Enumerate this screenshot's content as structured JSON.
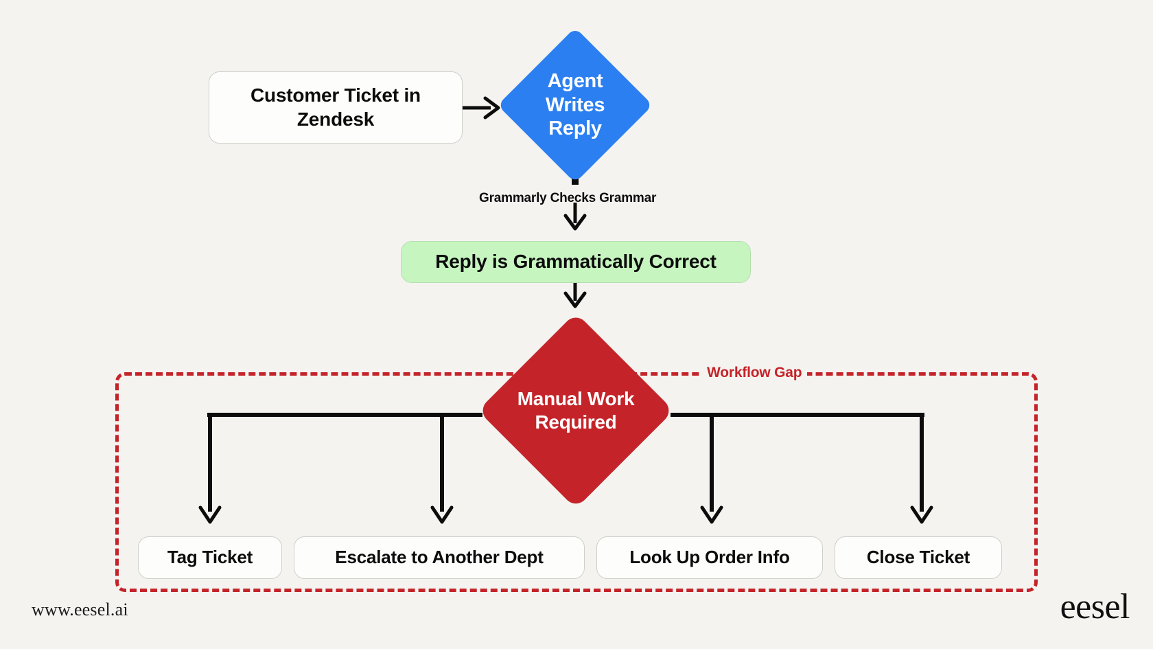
{
  "diagram": {
    "title": "Zendesk grammar-check workflow gap",
    "background_color": "#f4f3f0",
    "colors": {
      "blue": "#2b7ff0",
      "red": "#c42429",
      "green": "#c7f5c0",
      "box_fill": "#fdfdfc",
      "box_border": "#cfcfca",
      "text": "#0c0c0c",
      "white_text": "#ffffff"
    },
    "nodes": {
      "start": {
        "label": "Customer Ticket in Zendesk",
        "shape": "rounded-rect"
      },
      "agent": {
        "label": "Agent\nWrites\nReply",
        "shape": "diamond",
        "color": "#2b7ff0"
      },
      "correct": {
        "label": "Reply is Grammatically Correct",
        "shape": "rounded-rect",
        "color": "#c7f5c0"
      },
      "manual": {
        "label": "Manual Work\nRequired",
        "shape": "diamond",
        "color": "#c42429"
      }
    },
    "edge_labels": {
      "grammarly": "Grammarly Checks Grammar"
    },
    "gap": {
      "label": "Workflow Gap",
      "color": "#c42429",
      "style": "dashed"
    },
    "outcomes": [
      {
        "label": "Tag Ticket"
      },
      {
        "label": "Escalate to Another Dept"
      },
      {
        "label": "Look Up Order Info"
      },
      {
        "label": "Close Ticket"
      }
    ],
    "footer": {
      "url": "www.eesel.ai",
      "logo": "eesel"
    }
  }
}
